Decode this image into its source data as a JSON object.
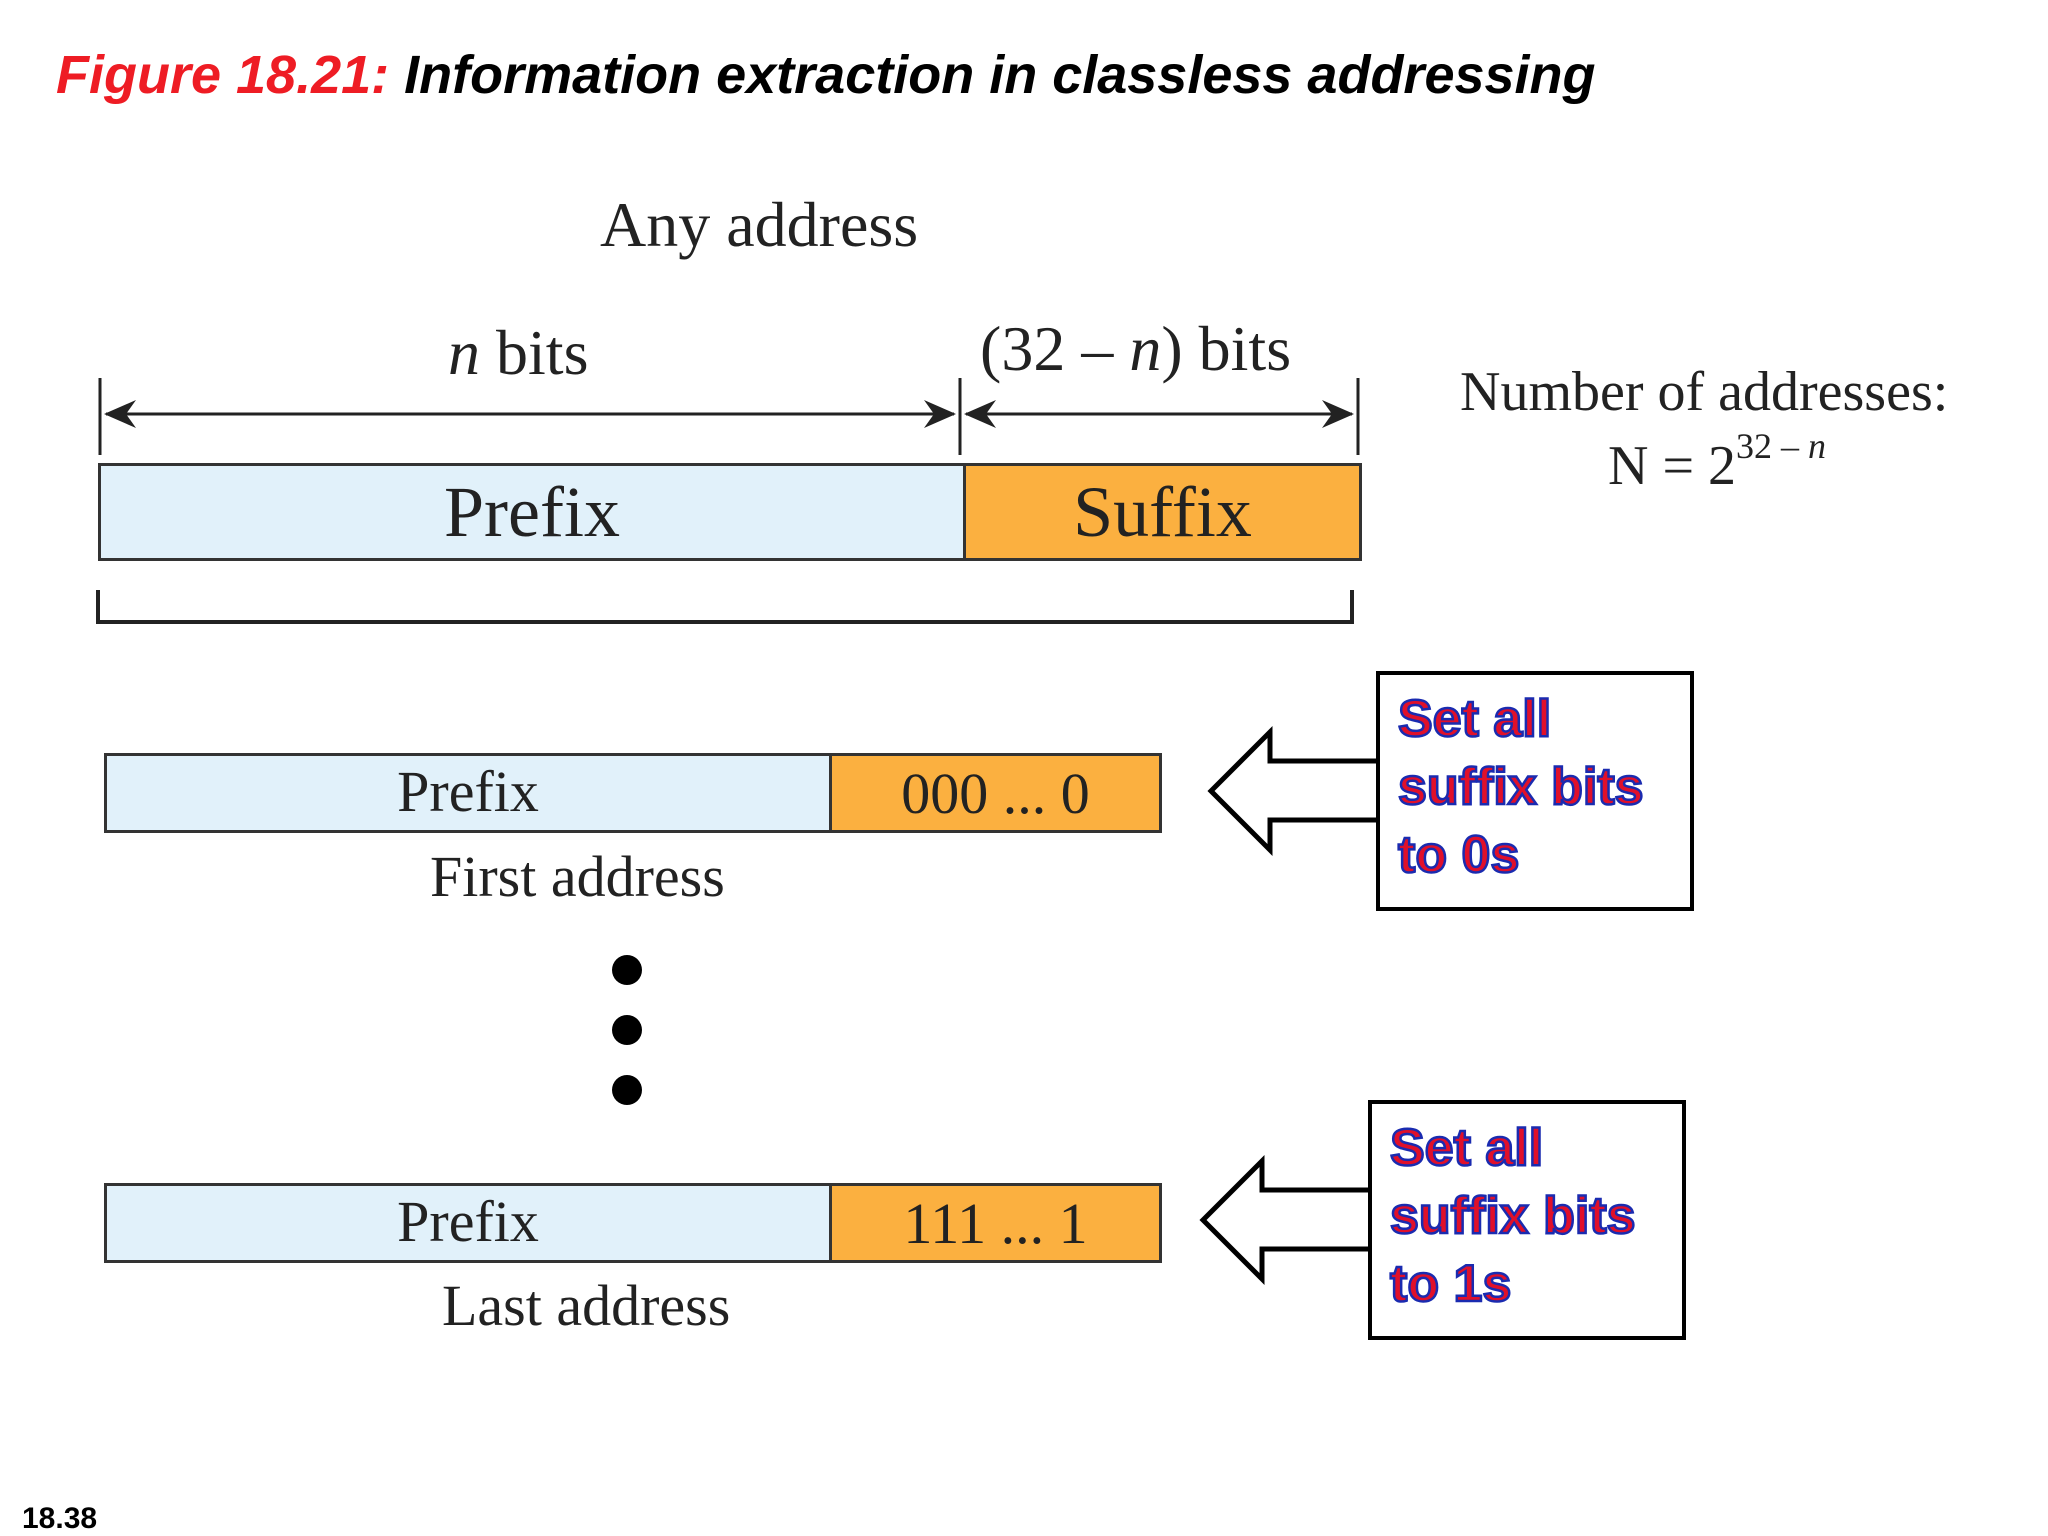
{
  "slide": {
    "figure_label": "Figure 18.21:",
    "figure_title": "Information extraction in classless addressing",
    "page_number": "18.38"
  },
  "diagram": {
    "any_address": {
      "heading": "Any address",
      "prefix_width_label_var": "n",
      "prefix_width_label_unit": "bits",
      "suffix_width_label_open": "(32 – ",
      "suffix_width_label_var": "n",
      "suffix_width_label_close": ") bits",
      "prefix": "Prefix",
      "suffix": "Suffix"
    },
    "number_of_addresses": {
      "label": "Number of addresses:",
      "formula_base": "N = 2",
      "formula_exp_prefix": "32 – ",
      "formula_exp_var": "n"
    },
    "first_address": {
      "prefix": "Prefix",
      "suffix_value": "000 ... 0",
      "caption": "First address",
      "callout_lines": [
        "Set all",
        "suffix bits",
        "to 0s"
      ]
    },
    "last_address": {
      "prefix": "Prefix",
      "suffix_value": "111 ... 1",
      "caption": "Last address",
      "callout_lines": [
        "Set all",
        "suffix bits",
        "to 1s"
      ]
    },
    "colors": {
      "prefix_fill": "#e1f1fa",
      "suffix_fill": "#fbb040",
      "title_label": "#ee1c24",
      "callout_text": "#e0102a",
      "callout_outline": "#1a2bb0"
    },
    "icons": [
      "double-arrow",
      "left-block-arrow",
      "ellipsis-dots"
    ]
  }
}
